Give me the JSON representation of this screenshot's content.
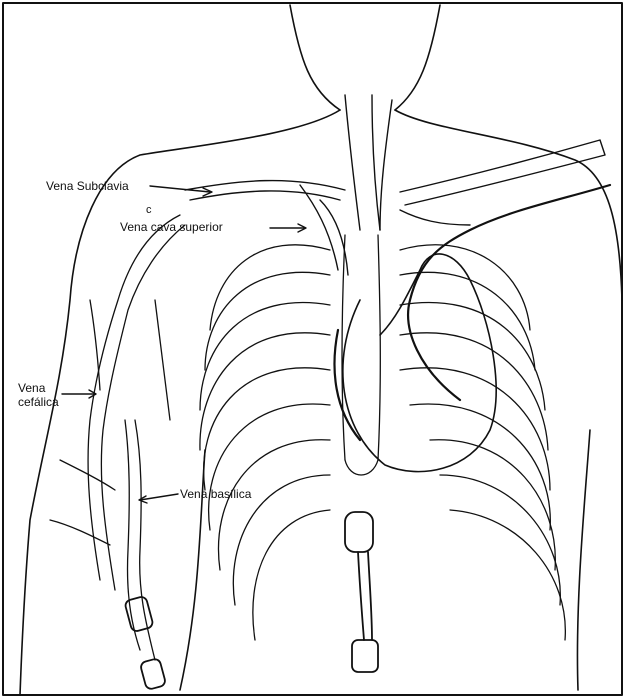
{
  "labels": {
    "subclavia": "Vena Subclavia",
    "c": "c",
    "cava": "Vena cava superior",
    "cefalica_line1": "Vena",
    "cefalica_line2": "cefálica",
    "basilica": "Vena basílica"
  },
  "colors": {
    "ink": "#111111",
    "background": "#ffffff"
  }
}
